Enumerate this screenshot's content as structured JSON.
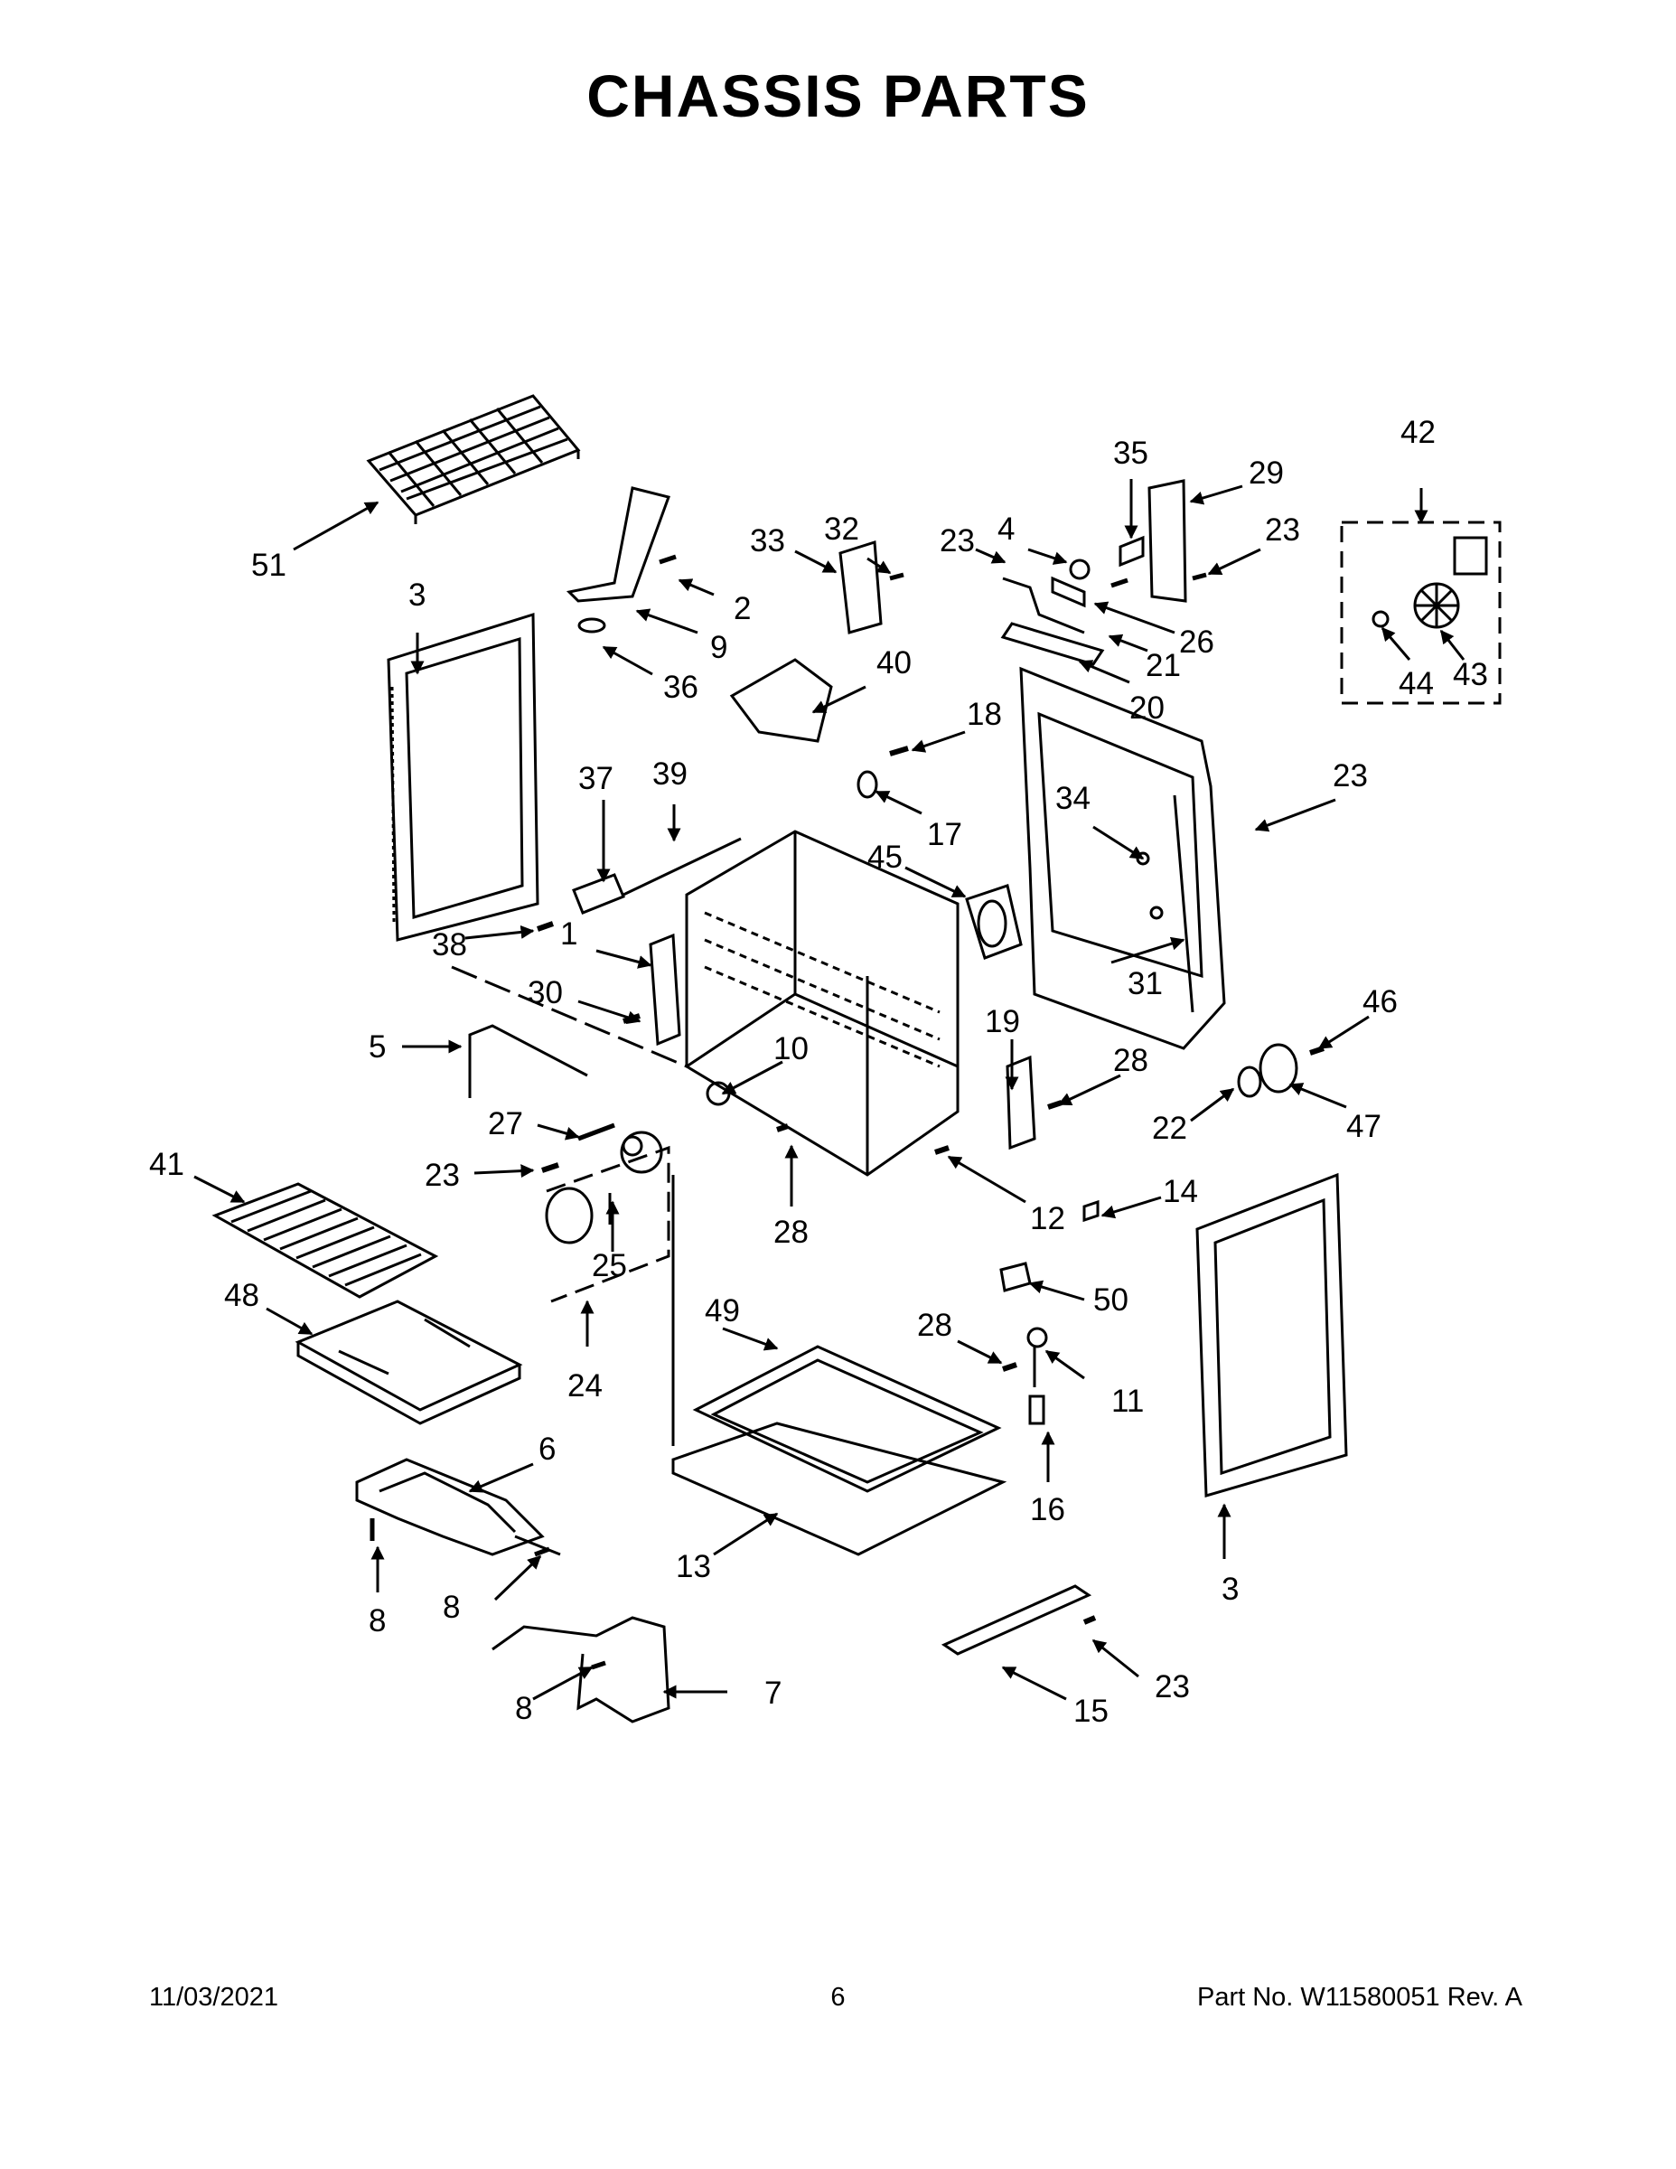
{
  "title": "CHASSIS PARTS",
  "footer": {
    "date": "11/03/2021",
    "page": "6",
    "part_number": "Part No.  W11580051  Rev.  A"
  },
  "callouts": [
    "1",
    "2",
    "3",
    "4",
    "5",
    "6",
    "7",
    "8",
    "9",
    "10",
    "11",
    "12",
    "13",
    "14",
    "15",
    "16",
    "17",
    "18",
    "19",
    "20",
    "21",
    "22",
    "23",
    "24",
    "25",
    "26",
    "27",
    "28",
    "29",
    "30",
    "31",
    "32",
    "33",
    "34",
    "35",
    "36",
    "37",
    "38",
    "39",
    "40",
    "41",
    "42",
    "43",
    "44",
    "45",
    "46",
    "47",
    "48",
    "49",
    "50",
    "51"
  ],
  "diagram_labels": {
    "l51": "51",
    "l3a": "3",
    "l2": "2",
    "l9": "9",
    "l36": "36",
    "l33": "33",
    "l32": "32",
    "l40": "40",
    "l23a": "23",
    "l4": "4",
    "l35": "35",
    "l29": "29",
    "l23b": "23",
    "l21": "21",
    "l26": "26",
    "l20": "20",
    "l42": "42",
    "l44": "44",
    "l43": "43",
    "l18": "18",
    "l17": "17",
    "l37": "37",
    "l39": "39",
    "l45": "45",
    "l34": "34",
    "l23c": "23",
    "l38": "38",
    "l1": "1",
    "l30": "30",
    "l5": "5",
    "l10": "10",
    "l19": "19",
    "l31": "31",
    "l46": "46",
    "l27": "27",
    "l28a": "28",
    "l23d": "23",
    "l41": "41",
    "l28b": "28",
    "l22": "22",
    "l47": "47",
    "l12": "12",
    "l14": "14",
    "l25": "25",
    "l48": "48",
    "l24": "24",
    "l49": "49",
    "l50": "50",
    "l28c": "28",
    "l11": "11",
    "l6": "6",
    "l16": "16",
    "l3b": "3",
    "l13": "13",
    "l8a": "8",
    "l8b": "8",
    "l7": "7",
    "l8c": "8",
    "l15": "15",
    "l23e": "23"
  }
}
